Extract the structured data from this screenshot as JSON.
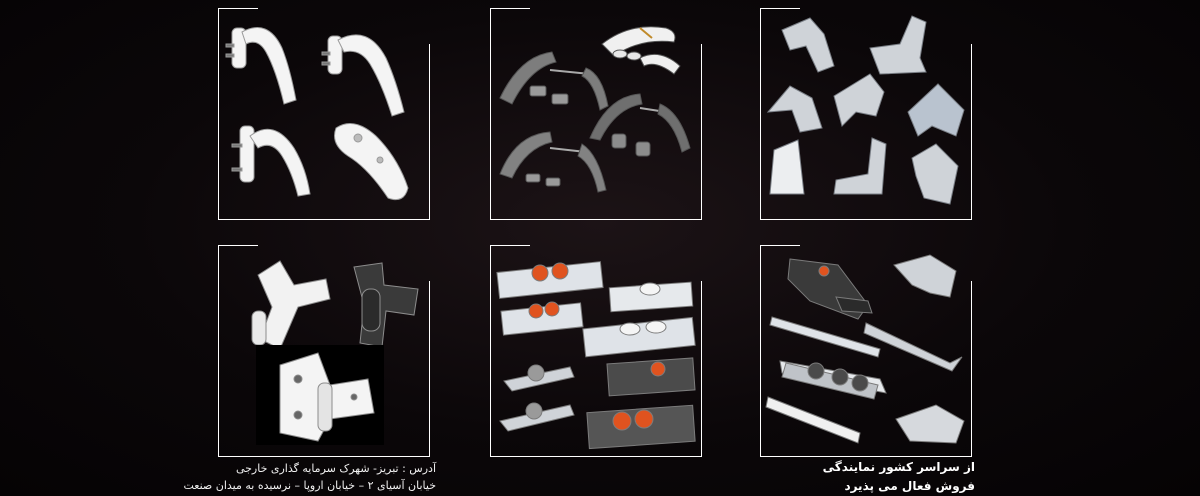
{
  "footer": {
    "address_line_1": "آدرس : تبریز- شهرک سرمایه گذاری خارجی",
    "address_line_2": "خیابان آسیای ۲ – خیابان اروپا – نرسیده به میدان صنعت",
    "sales_line_1": "از سراسر کشور نمایندگی",
    "sales_line_2": "فروش فعال می پذیرد"
  },
  "products": [
    {
      "name": "white window handles"
    },
    {
      "name": "grey door handles with rosettes"
    },
    {
      "name": "aluminum corner brackets"
    },
    {
      "name": "door hinges"
    },
    {
      "name": "sliding rollers"
    },
    {
      "name": "espagnolette locks and strikers"
    }
  ],
  "colors": {
    "background": "#000000",
    "frame": "#ffffff",
    "metal_white": "#f3f3f3",
    "metal_grey": "#8a8a8a",
    "roller_orange": "#e0531f"
  }
}
